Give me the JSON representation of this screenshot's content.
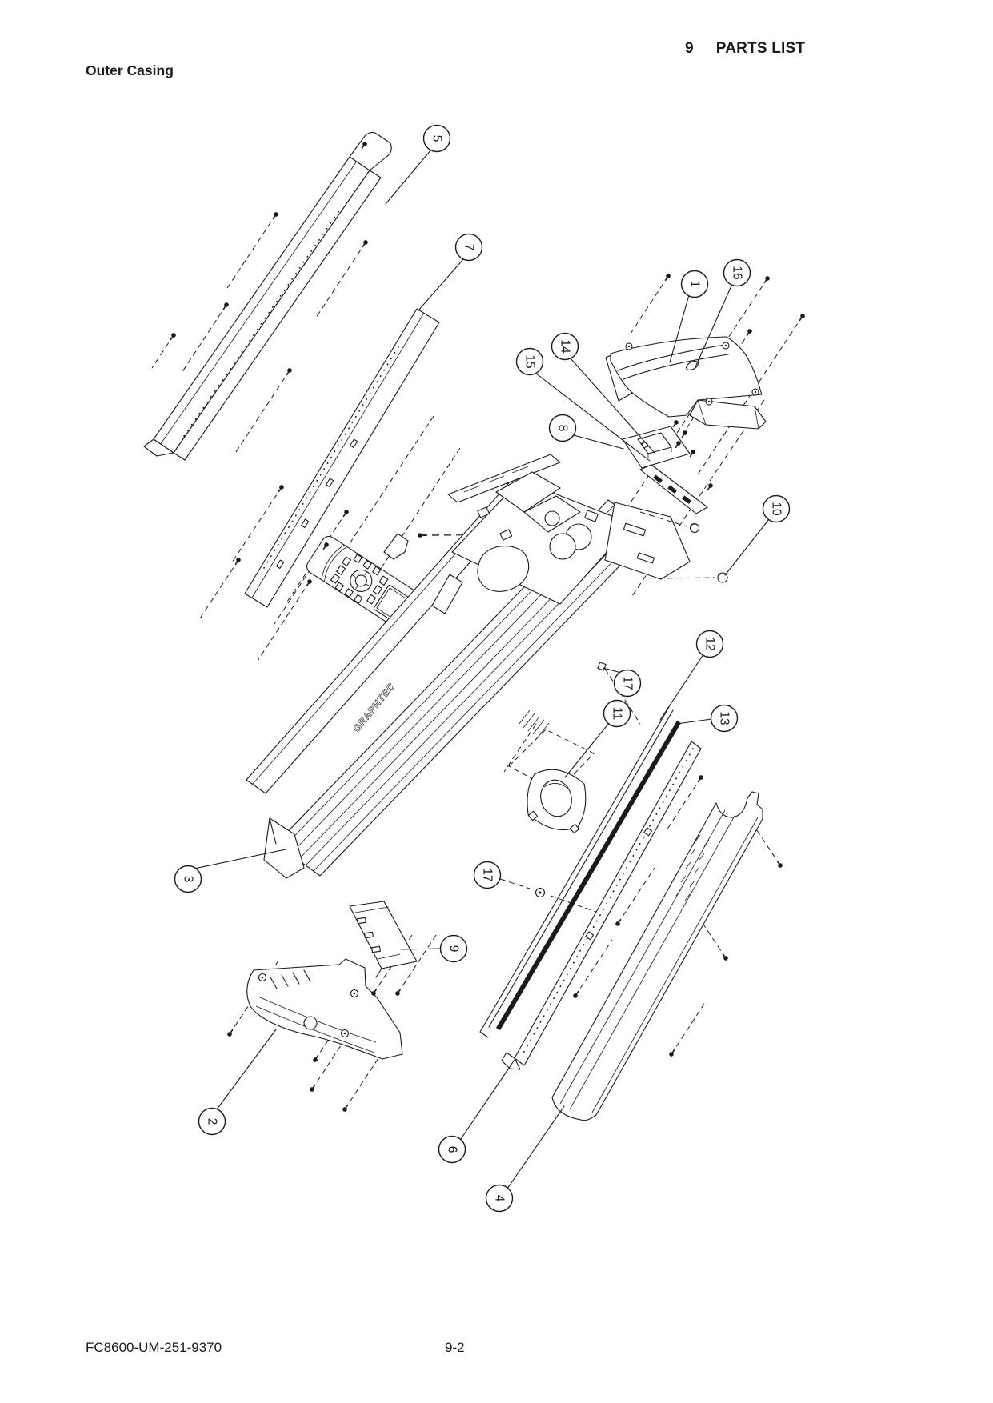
{
  "page": {
    "header": {
      "chapter_number": "9",
      "chapter_title": "PARTS LIST"
    },
    "section_title": "Outer Casing",
    "footer": {
      "doc_number": "FC8600-UM-251-9370",
      "page_number": "9-2"
    }
  },
  "diagram": {
    "type": "exploded-parts-view",
    "subject": "plotter outer casing exploded assembly",
    "brand_label": "GRAPHTEC",
    "colors": {
      "line": "#1a1a1a",
      "background": "#ffffff"
    },
    "callouts": [
      {
        "label": "5"
      },
      {
        "label": "7"
      },
      {
        "label": "1"
      },
      {
        "label": "16"
      },
      {
        "label": "14"
      },
      {
        "label": "15"
      },
      {
        "label": "8"
      },
      {
        "label": "10"
      },
      {
        "label": "12"
      },
      {
        "label": "13"
      },
      {
        "label": "17"
      },
      {
        "label": "11"
      },
      {
        "label": "17"
      },
      {
        "label": "3"
      },
      {
        "label": "9"
      },
      {
        "label": "2"
      },
      {
        "label": "6"
      },
      {
        "label": "4"
      }
    ]
  }
}
